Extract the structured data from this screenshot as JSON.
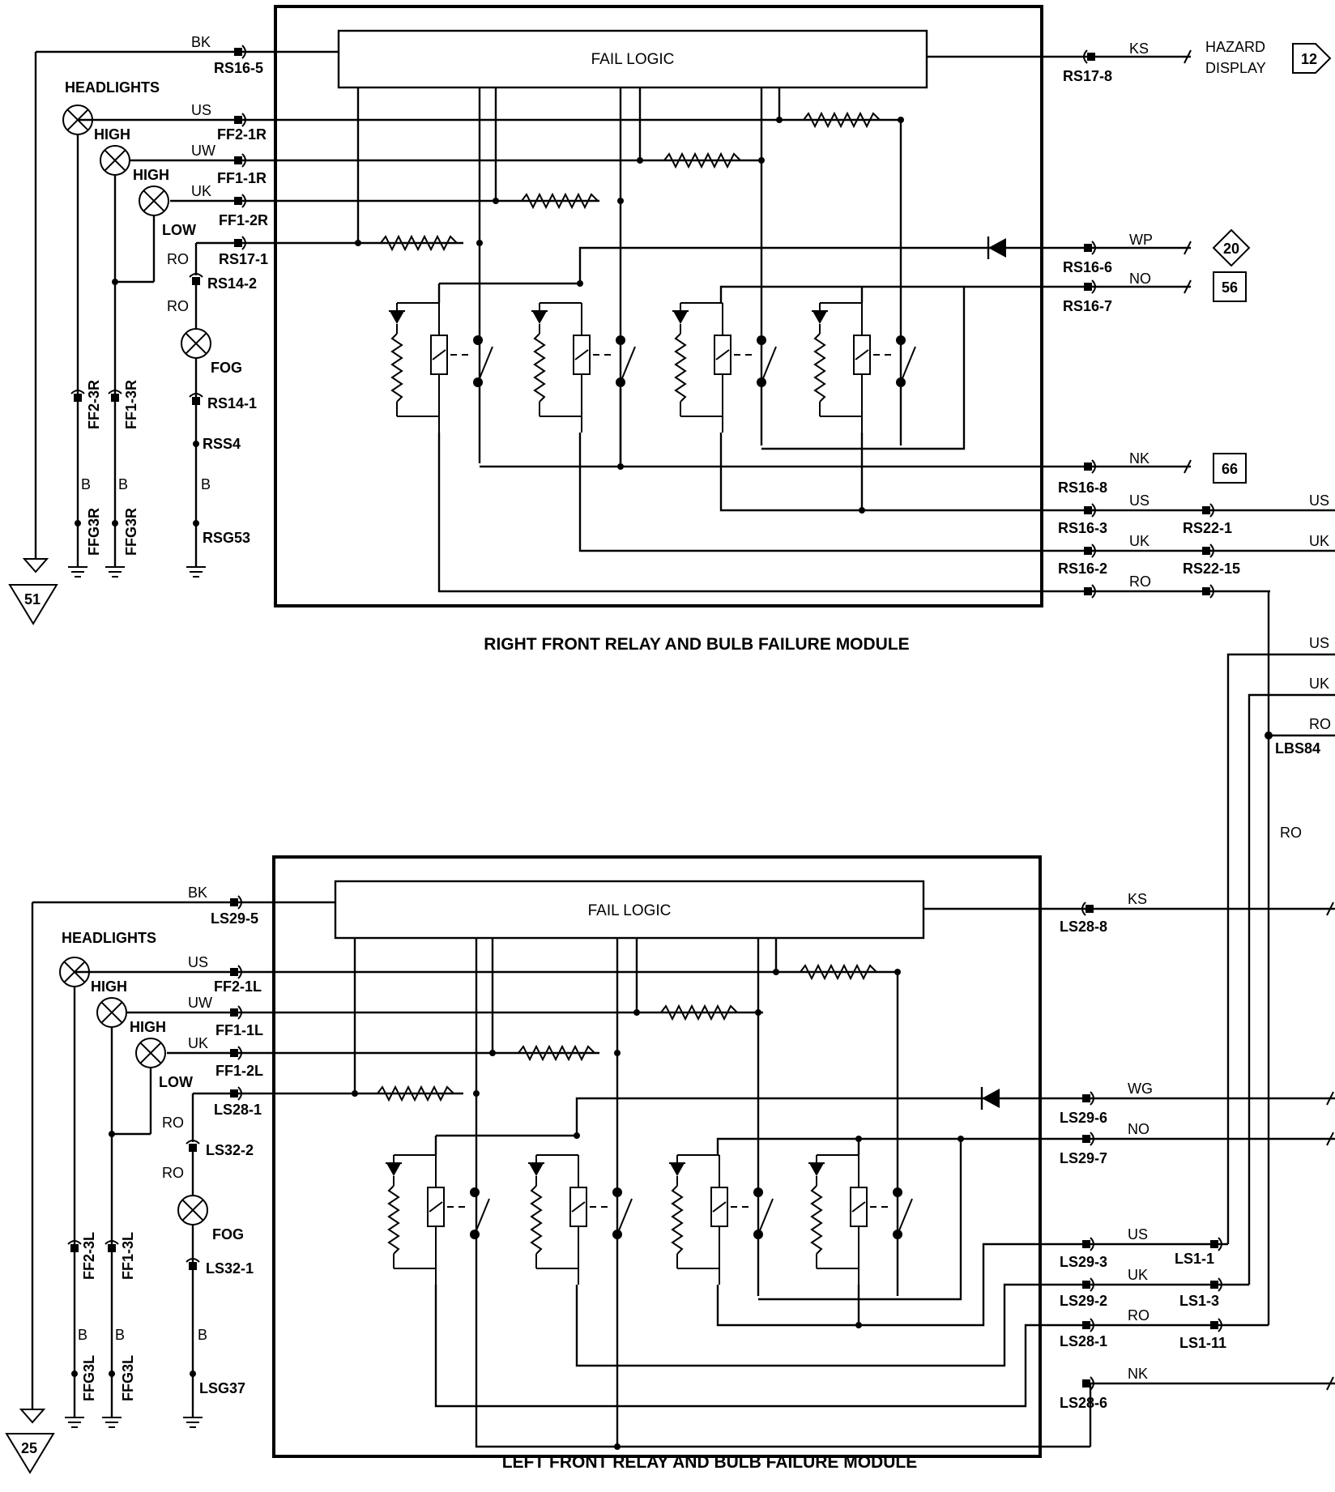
{
  "right_module": {
    "title": "RIGHT FRONT RELAY AND BULB FAILURE MODULE",
    "logic_label": "FAIL LOGIC",
    "headlights_label": "HEADLIGHTS",
    "high1_label": "HIGH",
    "high2_label": "HIGH",
    "low_label": "LOW",
    "fog_label": "FOG",
    "hazard_display_line1": "HAZARD",
    "hazard_display_line2": "DISPLAY",
    "ref_12": "12",
    "ref_20": "20",
    "ref_56": "56",
    "ref_66": "66",
    "ref_51": "51",
    "wire_bk": "BK",
    "wire_us": "US",
    "wire_uw": "UW",
    "wire_uk": "UK",
    "wire_ro1": "RO",
    "wire_ro2": "RO",
    "wire_b1": "B",
    "wire_b2": "B",
    "wire_b3": "B",
    "wire_ks": "KS",
    "wire_wp": "WP",
    "wire_no": "NO",
    "wire_nk": "NK",
    "wire_us_out": "US",
    "wire_uk_out": "UK",
    "wire_ro_out": "RO",
    "wire_us_far": "US",
    "wire_uk_far": "UK",
    "c_rs16_5": "RS16-5",
    "c_ff2_1r": "FF2-1R",
    "c_ff1_1r": "FF1-1R",
    "c_ff1_2r": "FF1-2R",
    "c_rs17_1": "RS17-1",
    "c_rs14_2": "RS14-2",
    "c_rs14_1": "RS14-1",
    "c_rss4": "RSS4",
    "c_rsg53": "RSG53",
    "c_ff2_3r": "FF2-3R",
    "c_ff1_3r": "FF1-3R",
    "c_ffg3r_a": "FFG3R",
    "c_ffg3r_b": "FFG3R",
    "c_rs17_8": "RS17-8",
    "c_rs16_6": "RS16-6",
    "c_rs16_7": "RS16-7",
    "c_rs16_8": "RS16-8",
    "c_rs16_3": "RS16-3",
    "c_rs16_2": "RS16-2",
    "c_rs22_1": "RS22-1",
    "c_rs22_15": "RS22-15"
  },
  "link": {
    "wire_us": "US",
    "wire_uk": "UK",
    "wire_ro": "RO",
    "splice_lbs84": "LBS84",
    "wire_ro_vert": "RO"
  },
  "left_module": {
    "title": "LEFT FRONT RELAY AND BULB FAILURE MODULE",
    "logic_label": "FAIL LOGIC",
    "headlights_label": "HEADLIGHTS",
    "high1_label": "HIGH",
    "high2_label": "HIGH",
    "low_label": "LOW",
    "fog_label": "FOG",
    "ref_25": "25",
    "wire_bk": "BK",
    "wire_us": "US",
    "wire_uw": "UW",
    "wire_uk": "UK",
    "wire_ro1": "RO",
    "wire_ro2": "RO",
    "wire_b1": "B",
    "wire_b2": "B",
    "wire_b3": "B",
    "wire_ks": "KS",
    "wire_wg": "WG",
    "wire_no": "NO",
    "wire_us_out": "US",
    "wire_uk_out": "UK",
    "wire_ro_out": "RO",
    "wire_nk": "NK",
    "c_ls29_5": "LS29-5",
    "c_ff2_1l": "FF2-1L",
    "c_ff1_1l": "FF1-1L",
    "c_ff1_2l": "FF1-2L",
    "c_ls28_1": "LS28-1",
    "c_ls32_2": "LS32-2",
    "c_ls32_1": "LS32-1",
    "c_lsg37": "LSG37",
    "c_ff2_3l": "FF2-3L",
    "c_ff1_3l": "FF1-3L",
    "c_ffg3l_a": "FFG3L",
    "c_ffg3l_b": "FFG3L",
    "c_ls28_8": "LS28-8",
    "c_ls29_6": "LS29-6",
    "c_ls29_7": "LS29-7",
    "c_ls29_3": "LS29-3",
    "c_ls29_2": "LS29-2",
    "c_ls28_1b": "LS28-1",
    "c_ls28_6": "LS28-6",
    "c_ls1_1": "LS1-1",
    "c_ls1_3": "LS1-3",
    "c_ls1_11": "LS1-11"
  }
}
